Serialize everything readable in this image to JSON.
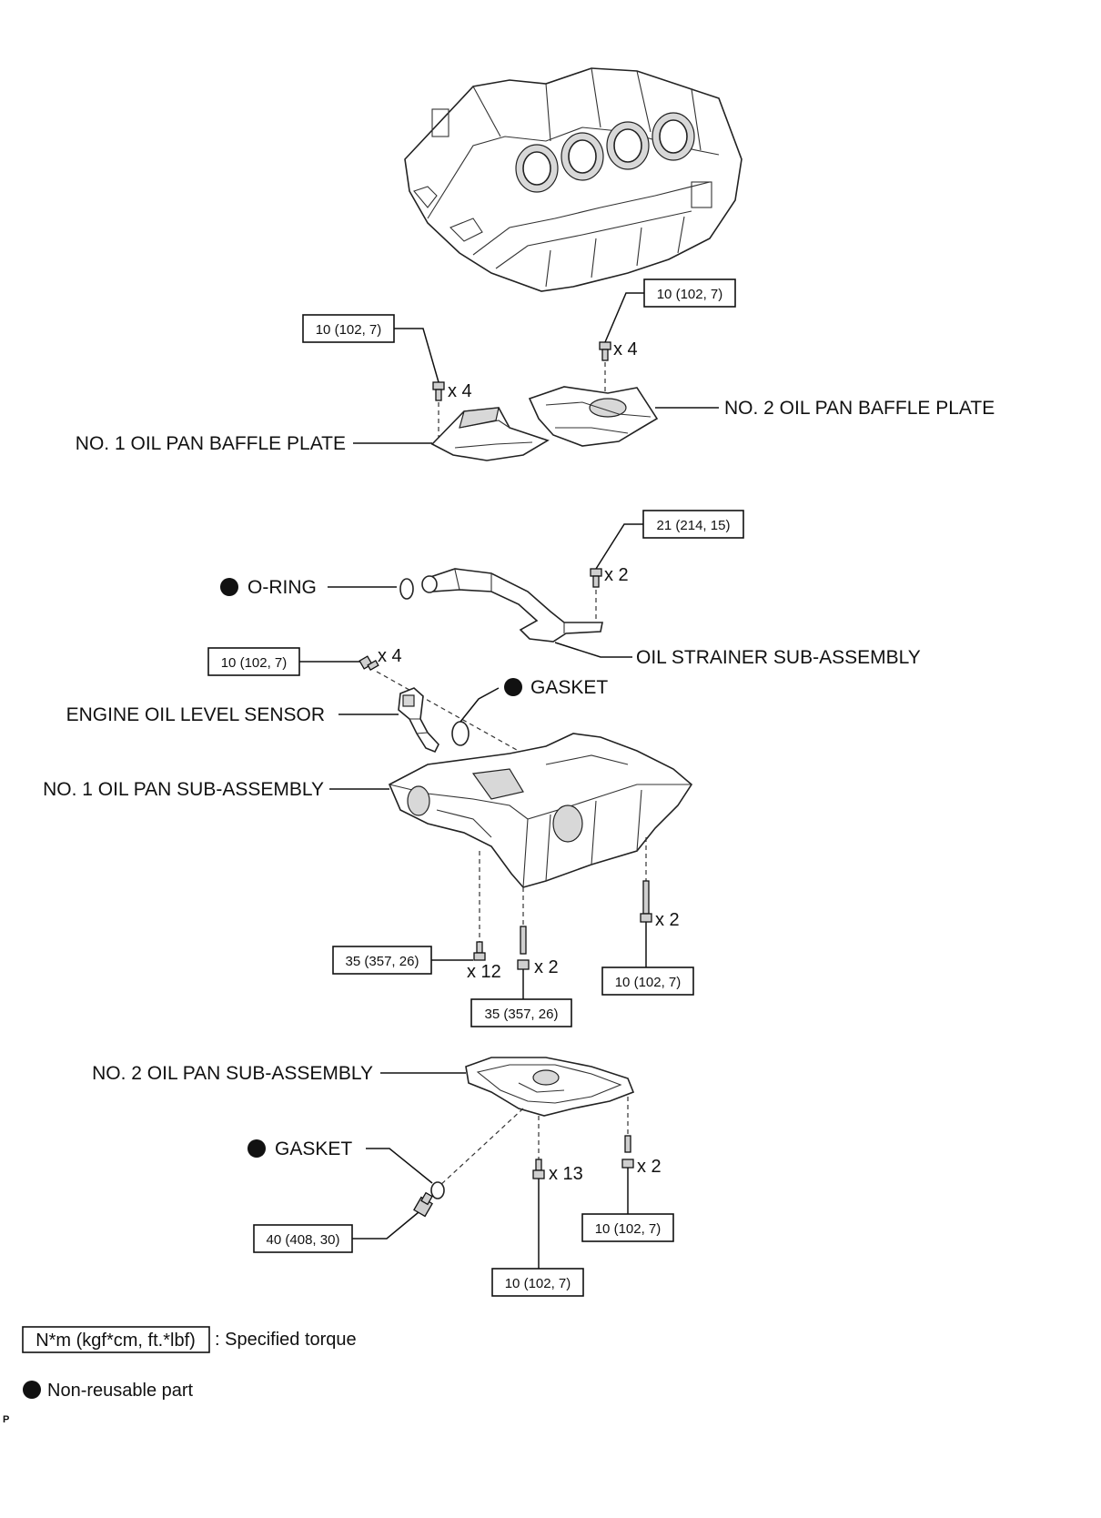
{
  "labels": {
    "no1_baffle": "NO. 1 OIL PAN BAFFLE PLATE",
    "no2_baffle": "NO. 2 OIL PAN BAFFLE PLATE",
    "o_ring": "O-RING",
    "oil_strainer": "OIL STRAINER SUB-ASSEMBLY",
    "gasket_sensor": "GASKET",
    "oil_level_sensor": "ENGINE OIL LEVEL SENSOR",
    "no1_oil_pan": "NO. 1 OIL PAN SUB-ASSEMBLY",
    "no2_oil_pan": "NO. 2 OIL PAN SUB-ASSEMBLY",
    "gasket_drain": "GASKET"
  },
  "torques": {
    "baffle1": "10 (102, 7)",
    "baffle2": "10 (102, 7)",
    "strainer": "21 (214, 15)",
    "sensor": "10 (102, 7)",
    "pan1_x12": "35 (357, 26)",
    "pan1_stud": "35 (357, 26)",
    "pan1_x2": "10 (102, 7)",
    "drain_plug": "40 (408, 30)",
    "pan2_x13": "10 (102, 7)",
    "pan2_x2": "10 (102, 7)"
  },
  "quantities": {
    "baffle1": "x 4",
    "baffle2": "x 4",
    "strainer": "x 2",
    "sensor": "x 4",
    "pan1_x12": "x 12",
    "pan1_stud": "x 2",
    "pan1_x2": "x 2",
    "pan2_x13": "x 13",
    "pan2_x2": "x 2"
  },
  "legend": {
    "torque_unit": "N*m (kgf*cm, ft.*lbf)",
    "torque_desc": ": Specified torque",
    "nonreusable_desc": "Non-reusable part"
  },
  "figure_code": "P"
}
